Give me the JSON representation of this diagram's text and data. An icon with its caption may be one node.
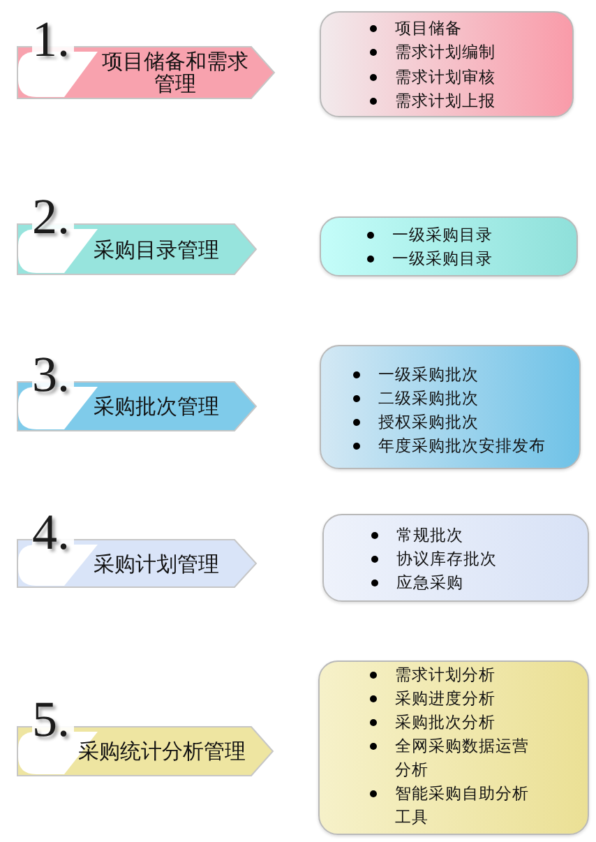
{
  "diagram": {
    "nodes": [
      {
        "text": [
          "1.",
          "项目储备和需求管理"
        ]
      },
      {
        "text": [
          "项目储备",
          "需求计划编制",
          "需求计划审核",
          "需求计划上报"
        ]
      },
      {
        "text": [
          "2.",
          "采购目录管理"
        ]
      },
      {
        "text": [
          "一级采购目录",
          "一级采购目录"
        ]
      },
      {
        "text": [
          "3.",
          "采购批次管理"
        ]
      },
      {
        "text": [
          "一级采购批次",
          "二级采购批次",
          "授权采购批次",
          "年度采购批次安排发布"
        ]
      },
      {
        "text": [
          "4.",
          "采购计划管理"
        ]
      },
      {
        "text": [
          "常规批次",
          "协议库存批次",
          "应急采购"
        ]
      },
      {
        "text": [
          "5.",
          "采购统计分析管理"
        ]
      },
      {
        "text": [
          "需求计划分析",
          "采购进度分析",
          "采购批次分析",
          "全网采购数据运营分析",
          "智能采购自助分析工具"
        ]
      }
    ]
  }
}
